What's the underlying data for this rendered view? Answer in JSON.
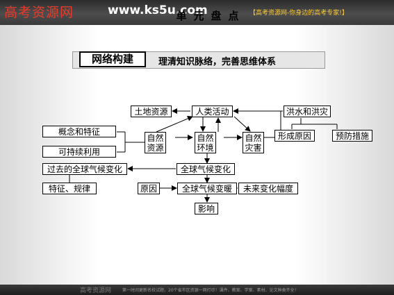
{
  "header": {
    "brand": "高考资源网",
    "url": "www.ks5u.com",
    "unit_title": "单元盘点",
    "slogan": "【高考资源网-你身边的高考专家!】"
  },
  "section": {
    "label": "网络构建",
    "subtitle": "理清知识脉络，完善思维体系"
  },
  "diagram": {
    "nodes": {
      "land": "土地资源",
      "human": "人类活动",
      "flood": "洪水和洪灾",
      "concept": "概念和特征",
      "sustain": "可持续利用",
      "resource": "自然资源",
      "env": "自然环境",
      "disaster": "自然灾害",
      "cause_flood": "形成原因",
      "prevent": "预防措施",
      "past": "过去的全球气候变化",
      "global": "全球气候变化",
      "features": "特征、规律",
      "cause": "原因",
      "warming": "全球气候变暖",
      "future": "未来变化幅度",
      "impact": "影响"
    }
  },
  "footer": {
    "logo": "高考资源网",
    "text": "第一时间更新名校试题，20个省市区资源一网打尽！课件、教案、学案、素材、论文种类齐全！"
  }
}
